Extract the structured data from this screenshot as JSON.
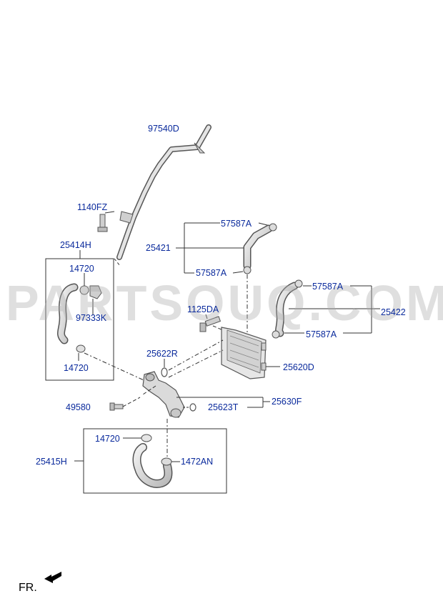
{
  "watermark": "PARTSOUQ.COM",
  "orientation": {
    "label": "FR."
  },
  "colors": {
    "label": "#0a2a9c",
    "line": "#333333",
    "part_fill": "#dcdcdc",
    "part_stroke": "#555555"
  },
  "parts": {
    "p97540D": "97540D",
    "p1140FZ": "1140FZ",
    "p25414H": "25414H",
    "p14720_a": "14720",
    "p97333K": "97333K",
    "p14720_b": "14720",
    "p57587A_a": "57587A",
    "p25421": "25421",
    "p57587A_b": "57587A",
    "p1125DA": "1125DA",
    "p57587A_c": "57587A",
    "p25422": "25422",
    "p57587A_d": "57587A",
    "p25622R": "25622R",
    "p25620D": "25620D",
    "p49580": "49580",
    "p25623T": "25623T",
    "p25630F": "25630F",
    "p14720_c": "14720",
    "p25415H": "25415H",
    "p1472AN": "1472AN"
  }
}
